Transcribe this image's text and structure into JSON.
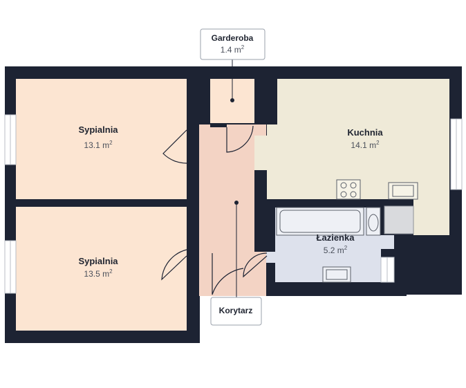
{
  "plan": {
    "colors": {
      "wall": "#1d2333",
      "bedroom": "#fce5d2",
      "corridor": "#f3d3c4",
      "kitchen": "#efead8",
      "bathroom": "#dde1ec",
      "fixture": "#d9dadd",
      "callout_border": "#9aa0ab"
    },
    "rooms": {
      "garderoba": {
        "name": "Garderoba",
        "area": "1.4 m",
        "unit_sup": "2"
      },
      "bedroom1": {
        "name": "Sypialnia",
        "area": "13.1 m",
        "unit_sup": "2"
      },
      "bedroom2": {
        "name": "Sypialnia",
        "area": "13.5 m",
        "unit_sup": "2"
      },
      "kitchen": {
        "name": "Kuchnia",
        "area": "14.1 m",
        "unit_sup": "2"
      },
      "bathroom": {
        "name": "Łazienka",
        "area": "5.2 m",
        "unit_sup": "2"
      },
      "corridor": {
        "name": "Korytarz"
      }
    }
  }
}
